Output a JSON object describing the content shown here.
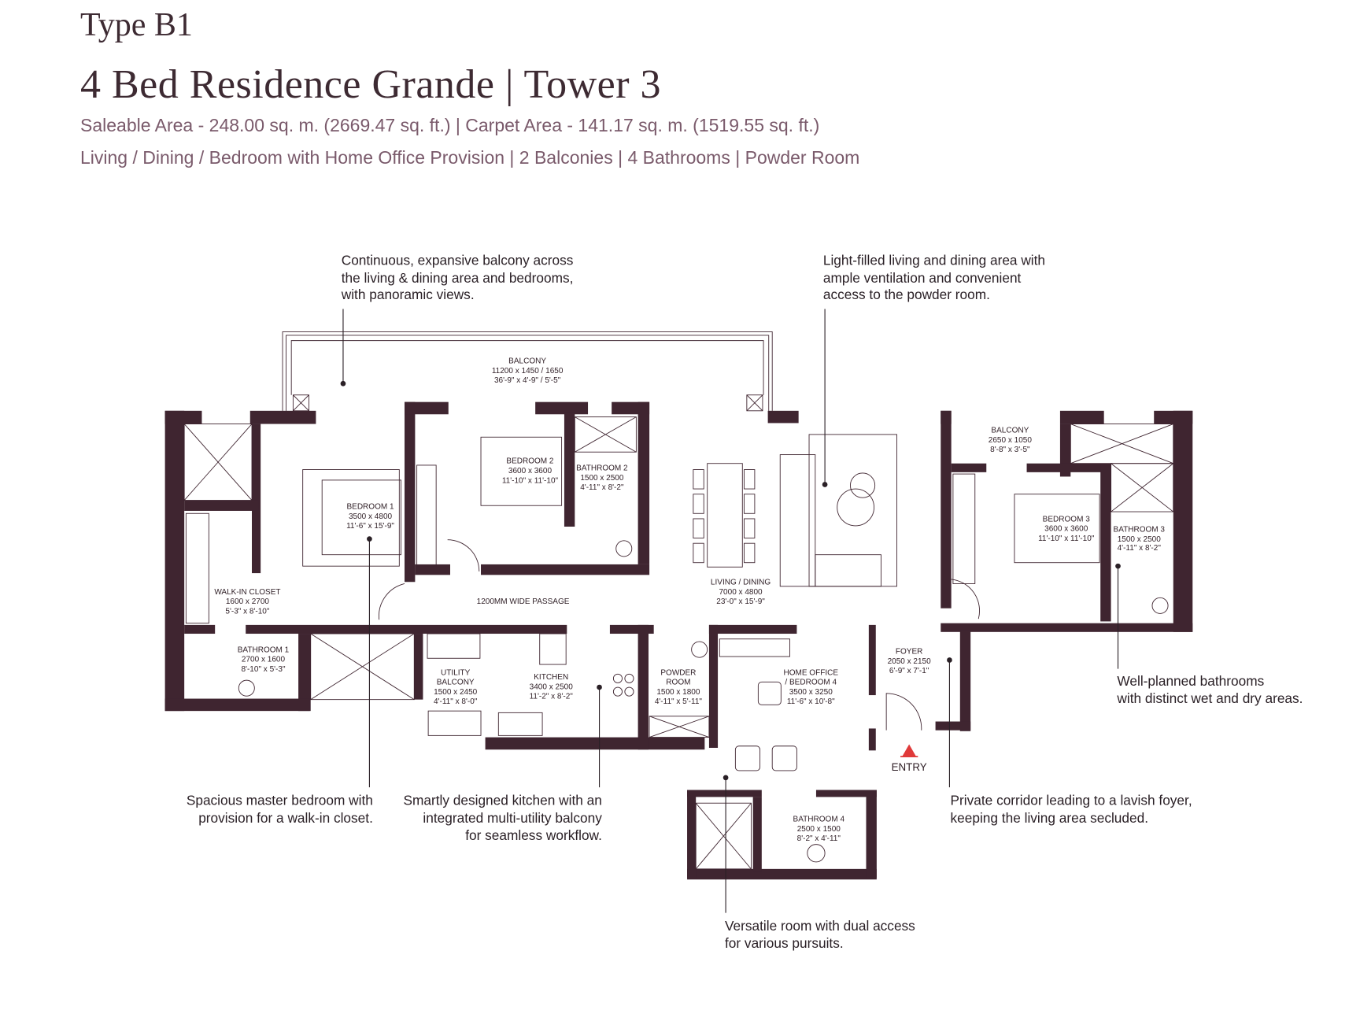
{
  "header": {
    "type": "Type B1",
    "title": "4 Bed Residence Grande | Tower 3",
    "area": "Saleable Area - 248.00 sq. m. (2669.47 sq. ft.) | Carpet Area - 141.17 sq. m. (1519.55 sq. ft.)",
    "features": "Living / Dining / Bedroom with Home Office Provision | 2 Balconies | 4 Bathrooms | Powder Room"
  },
  "rooms": {
    "balcony_main": {
      "name": "BALCONY",
      "metric": "11200 x 1450 / 1650",
      "imperial": "36'-9\" x 4'-9\" / 5'-5\""
    },
    "bedroom2": {
      "name": "BEDROOM 2",
      "metric": "3600 x 3600",
      "imperial": "11'-10\" x 11'-10\""
    },
    "bathroom2": {
      "name": "BATHROOM 2",
      "metric": "1500 x 2500",
      "imperial": "4'-11\" x 8'-2\""
    },
    "bedroom1": {
      "name": "BEDROOM 1",
      "metric": "3500 x 4800",
      "imperial": "11'-6\" x 15'-9\""
    },
    "walkin": {
      "name": "WALK-IN CLOSET",
      "metric": "1600 x 2700",
      "imperial": "5'-3\" x 8'-10\""
    },
    "passage": {
      "name": "1200MM WIDE PASSAGE"
    },
    "living": {
      "name": "LIVING / DINING",
      "metric": "7000 x 4800",
      "imperial": "23'-0\" x 15'-9\""
    },
    "balcony2": {
      "name": "BALCONY",
      "metric": "2650 x 1050",
      "imperial": "8'-8\" x 3'-5\""
    },
    "bedroom3": {
      "name": "BEDROOM 3",
      "metric": "3600 x 3600",
      "imperial": "11'-10\" x 11'-10\""
    },
    "bathroom3": {
      "name": "BATHROOM 3",
      "metric": "1500 x 2500",
      "imperial": "4'-11\" x 8'-2\""
    },
    "bathroom1": {
      "name": "BATHROOM 1",
      "metric": "2700 x 1600",
      "imperial": "8'-10\" x 5'-3\""
    },
    "utility": {
      "name1": "UTILITY",
      "name2": "BALCONY",
      "metric": "1500 x 2450",
      "imperial": "4'-11\" x 8'-0\""
    },
    "kitchen": {
      "name": "KITCHEN",
      "metric": "3400 x 2500",
      "imperial": "11'-2\" x 8'-2\""
    },
    "powder": {
      "name1": "POWDER",
      "name2": "ROOM",
      "metric": "1500 x 1800",
      "imperial": "4'-11\" x 5'-11\""
    },
    "office": {
      "name1": "HOME OFFICE",
      "name2": "/ BEDROOM 4",
      "metric": "3500 x 3250",
      "imperial": "11'-6\" x 10'-8\""
    },
    "foyer": {
      "name": "FOYER",
      "metric": "2050 x 2150",
      "imperial": "6'-9\" x 7'-1\""
    },
    "bathroom4": {
      "name": "BATHROOM 4",
      "metric": "2500 x 1500",
      "imperial": "8'-2\" x 4'-11\""
    },
    "entry": "ENTRY"
  },
  "annotations": {
    "balcony": [
      "Continuous, expansive balcony across",
      "the living & dining area and bedrooms,",
      "with panoramic views."
    ],
    "living": [
      "Light-filled living and dining area with",
      "ample ventilation and convenient",
      "access to the powder room."
    ],
    "bathrooms": [
      "Well-planned bathrooms",
      "with distinct wet and dry areas."
    ],
    "master": [
      "Spacious master bedroom with",
      "provision for a walk-in closet."
    ],
    "kitchen": [
      "Smartly designed kitchen with an",
      "integrated multi-utility balcony",
      "for seamless workflow."
    ],
    "corridor": [
      "Private corridor leading to a lavish foyer,",
      "keeping the living area secluded."
    ],
    "versatile": [
      "Versatile room with dual access",
      "for various pursuits."
    ]
  },
  "colors": {
    "wall": "#3f2530",
    "title": "#3d2a32",
    "subtitle": "#7a5a6b",
    "entry": "#e03a3a"
  }
}
